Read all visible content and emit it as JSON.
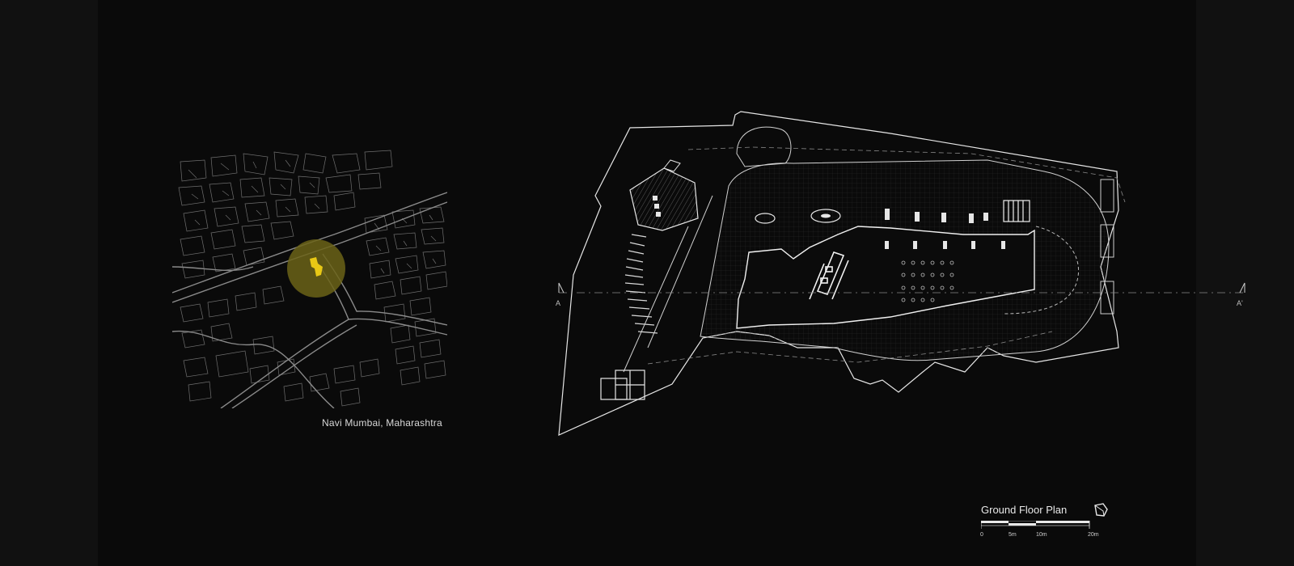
{
  "site": {
    "location_label": "Navi Mumbai, Maharashtra",
    "highlight_color": "#e8c815",
    "halo_color": "#6b6318"
  },
  "plan": {
    "title": "Ground Floor Plan",
    "section_label_left": "A",
    "section_label_right": "A'",
    "scale_labels": [
      "0",
      "5m",
      "10m",
      "20m"
    ]
  },
  "colors": {
    "background": "#0a0a0a",
    "line": "#e6e6e6",
    "map_line": "#6f6f6f"
  },
  "icons": {
    "north": "north-arrow-icon"
  }
}
